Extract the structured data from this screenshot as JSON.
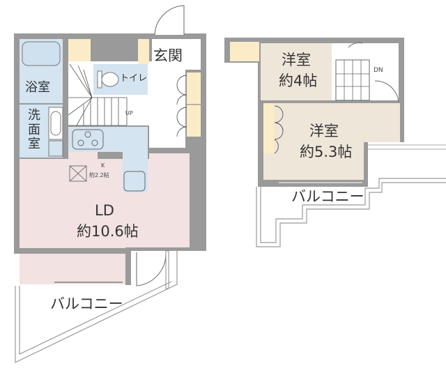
{
  "floor1": {
    "genkan": "玄関",
    "bath": "浴室",
    "washroom": "洗面室",
    "toilet": "トイレ",
    "stairs_dir": "UP",
    "kitchen_name": "K",
    "kitchen_size": "約2.2帖",
    "ld_name": "LD",
    "ld_size": "約10.6帖",
    "balcony": "バルコニー"
  },
  "floor2": {
    "room1_name": "洋室",
    "room1_size": "約4帖",
    "room2_name": "洋室",
    "room2_size": "約5.3帖",
    "stairs_dir": "DN",
    "balcony": "バルコニー"
  },
  "colors": {
    "wall": "#9a9a9a",
    "wet_area": "#d4e4f1",
    "living": "#f2e2e2",
    "western_room": "#efe6da",
    "storage": "#fbecc7",
    "line": "#555555"
  }
}
